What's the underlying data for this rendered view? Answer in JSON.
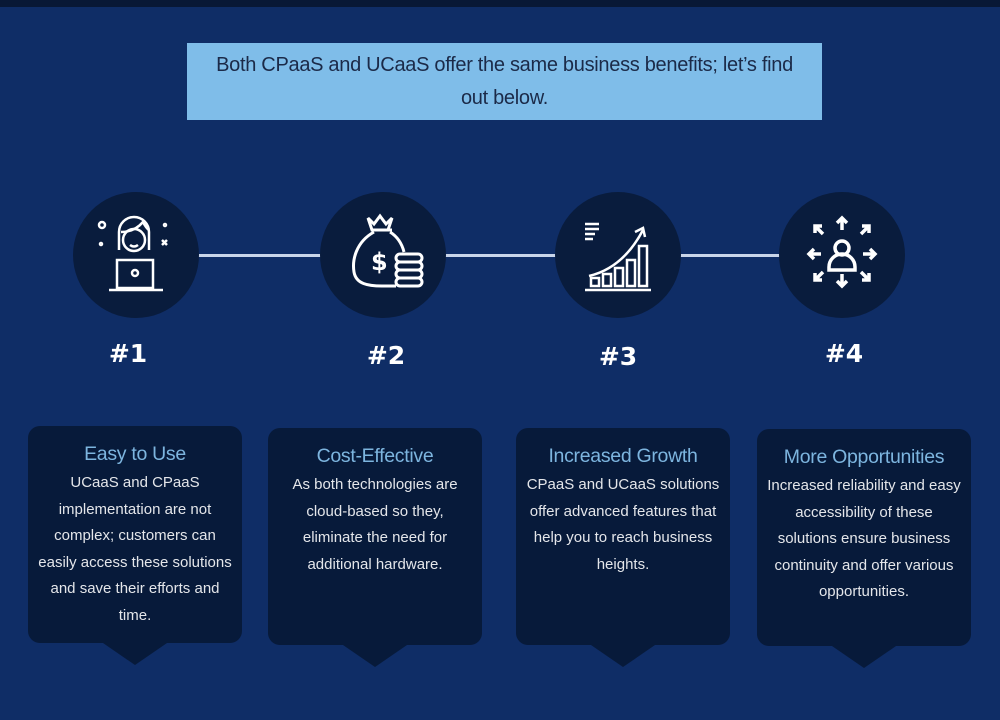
{
  "banner": {
    "text": "Both CPaaS and UCaaS offer the same business benefits; let’s find out below."
  },
  "colors": {
    "background": "#0f2d66",
    "banner": "#7fbde9",
    "card": "#071a3a",
    "title": "#7db5df"
  },
  "steps": [
    {
      "number": "#1",
      "icon": "person-laptop-icon",
      "title": "Easy to Use",
      "body": "UCaaS and CPaaS implementation are not complex; customers can easily access these solutions and save their efforts and time."
    },
    {
      "number": "#2",
      "icon": "money-bag-icon",
      "title": "Cost-Effective",
      "body": "As both technologies are cloud-based so they, eliminate the need for additional hardware."
    },
    {
      "number": "#3",
      "icon": "growth-chart-icon",
      "title": "Increased Growth",
      "body": "CPaaS and UCaaS solutions offer advanced features that help you to reach business heights."
    },
    {
      "number": "#4",
      "icon": "opportunities-icon",
      "title": "More Opportunities",
      "body": "Increased reliability and easy accessibility of these solutions ensure business continuity and offer various opportunities."
    }
  ]
}
